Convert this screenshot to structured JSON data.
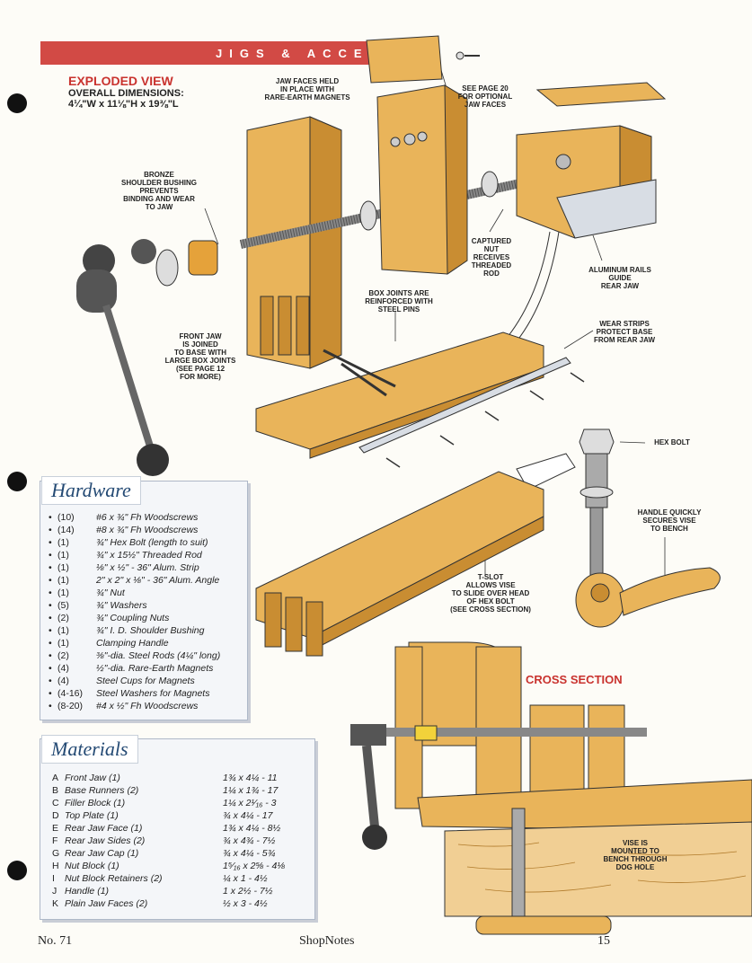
{
  "header": {
    "section_banner": "JIGS & ACCESS"
  },
  "exploded_view": {
    "title": "EXPLODED VIEW",
    "subtitle": "OVERALL DIMENSIONS:",
    "dimensions": "4¼\"W x 11⅛\"H x 19⅜\"L"
  },
  "callouts": {
    "jaw_faces": [
      "JAW FACES HELD",
      "IN PLACE WITH",
      "RARE-EARTH MAGNETS"
    ],
    "see_page_20": [
      "SEE PAGE 20",
      "FOR OPTIONAL",
      "JAW FACES"
    ],
    "bronze_bushing": [
      "BRONZE",
      "SHOULDER BUSHING",
      "PREVENTS",
      "BINDING AND WEAR",
      "TO JAW"
    ],
    "captured_nut": [
      "CAPTURED",
      "NUT",
      "RECEIVES",
      "THREADED",
      "ROD"
    ],
    "aluminum_rails": [
      "ALUMINUM RAILS",
      "GUIDE",
      "REAR JAW"
    ],
    "box_joints": [
      "BOX JOINTS ARE",
      "REINFORCED WITH",
      "STEEL PINS"
    ],
    "wear_strips": [
      "WEAR STRIPS",
      "PROTECT BASE",
      "FROM REAR JAW"
    ],
    "front_jaw": [
      "FRONT JAW",
      "IS JOINED",
      "TO BASE WITH",
      "LARGE BOX JOINTS",
      "(SEE PAGE 12",
      "FOR MORE)"
    ],
    "hex_bolt": [
      "HEX BOLT"
    ],
    "handle": [
      "HANDLE QUICKLY",
      "SECURES VISE",
      "TO BENCH"
    ],
    "t_slot": [
      "T-SLOT",
      "ALLOWS VISE",
      "TO SLIDE OVER HEAD",
      "OF HEX BOLT",
      "(SEE CROSS SECTION)"
    ],
    "vise_mounted": [
      "VISE IS",
      "MOUNTED TO",
      "BENCH THROUGH",
      "DOG HOLE"
    ]
  },
  "cross_section": {
    "title": "CROSS SECTION"
  },
  "hardware": {
    "title": "Hardware",
    "items": [
      {
        "qty": "(10)",
        "desc": "#6 x ¾\" Fh Woodscrews"
      },
      {
        "qty": "(14)",
        "desc": "#8 x ¾\" Fh Woodscrews"
      },
      {
        "qty": "(1)",
        "desc": "¾\" Hex Bolt (length to suit)"
      },
      {
        "qty": "(1)",
        "desc": "¾\" x 15½\" Threaded Rod"
      },
      {
        "qty": "(1)",
        "desc": "⅛\" x ½\" - 36\" Alum. Strip"
      },
      {
        "qty": "(1)",
        "desc": "2\" x 2\" x ⅛\" - 36\" Alum. Angle"
      },
      {
        "qty": "(1)",
        "desc": "¾\" Nut"
      },
      {
        "qty": "(5)",
        "desc": "¾\" Washers"
      },
      {
        "qty": "(2)",
        "desc": "¾\" Coupling Nuts"
      },
      {
        "qty": "(1)",
        "desc": "¾\" I. D. Shoulder Bushing"
      },
      {
        "qty": "(1)",
        "desc": "Clamping Handle"
      },
      {
        "qty": "(2)",
        "desc": "⅜\"-dia. Steel Rods (4¼\" long)"
      },
      {
        "qty": "(4)",
        "desc": "½\"-dia. Rare-Earth Magnets"
      },
      {
        "qty": "(4)",
        "desc": "Steel Cups for Magnets"
      },
      {
        "qty": "(4-16)",
        "desc": "Steel Washers for Magnets"
      },
      {
        "qty": "(8-20)",
        "desc": "#4 x ½\" Fh Woodscrews"
      }
    ]
  },
  "materials": {
    "title": "Materials",
    "rows": [
      {
        "letter": "A",
        "name": "Front Jaw (1)",
        "size": "1¾ x 4¼ - 11"
      },
      {
        "letter": "B",
        "name": "Base Runners (2)",
        "size": "1¼ x 1¾ - 17"
      },
      {
        "letter": "C",
        "name": "Filler Block (1)",
        "size": "1¼ x 2¹⁄₁₆ - 3"
      },
      {
        "letter": "D",
        "name": "Top Plate (1)",
        "size": "¾ x 4¼ - 17"
      },
      {
        "letter": "E",
        "name": "Rear Jaw Face (1)",
        "size": "1¾ x 4¼ - 8½"
      },
      {
        "letter": "F",
        "name": "Rear Jaw Sides (2)",
        "size": "¾ x 4¾ - 7½"
      },
      {
        "letter": "G",
        "name": "Rear Jaw Cap (1)",
        "size": "¾ x 4¼ - 5¾"
      },
      {
        "letter": "H",
        "name": "Nut Block (1)",
        "size": "1⁵⁄₁₆ x 2⅝ - 4⅛"
      },
      {
        "letter": "I",
        "name": "Nut Block Retainers (2)",
        "size": "¼ x 1 - 4½"
      },
      {
        "letter": "J",
        "name": "Handle (1)",
        "size": "1 x 2½ - 7½"
      },
      {
        "letter": "K",
        "name": "Plain Jaw Faces (2)",
        "size": "½ x 3 - 4½"
      }
    ]
  },
  "footer": {
    "issue": "No. 71",
    "publication": "ShopNotes",
    "page": "15"
  },
  "colors": {
    "banner": "#d24a45",
    "wood": "#e9b45a",
    "wood_dark": "#c98d32",
    "title_red": "#c9322e",
    "box_title": "#244a74"
  }
}
